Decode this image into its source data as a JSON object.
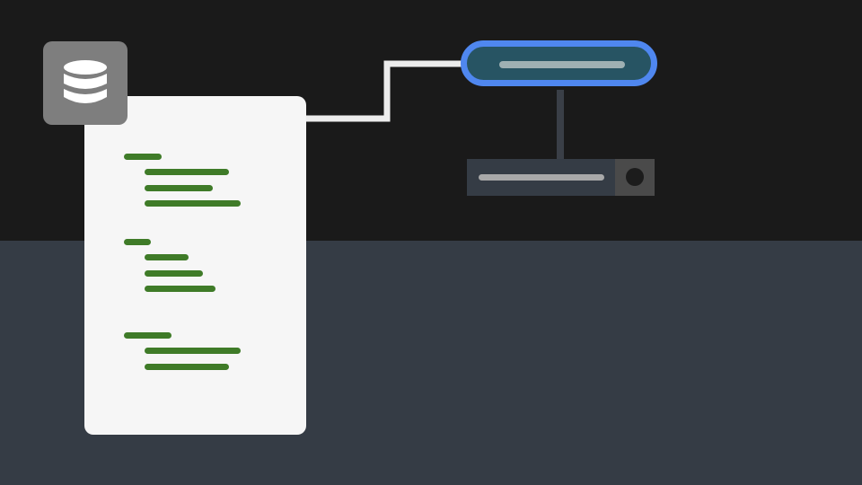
{
  "colors": {
    "background_top": "#1a1a1a",
    "background_bottom": "#353c45",
    "document": "#f6f6f6",
    "code_line": "#3f7b28",
    "badge": "#7e7e7e",
    "badge_icon": "#ffffff",
    "connector": "#ececec",
    "pill_fill": "#275463",
    "pill_border": "#4f87ef",
    "pill_bar": "#9eb0b3",
    "stem": "#3a3f47",
    "device": "#353c45",
    "device_bar": "#a9a9a9",
    "device_side": "#4a4a4a",
    "device_knob": "#1c1c1c"
  },
  "icons": {
    "badge": "database-icon"
  },
  "document": {
    "code_groups": [
      {
        "header_width": 42,
        "lines": [
          94,
          76,
          107
        ]
      },
      {
        "header_width": 30,
        "lines": [
          49,
          65,
          79
        ]
      },
      {
        "header_width": 53,
        "lines": [
          107,
          94
        ]
      }
    ]
  }
}
